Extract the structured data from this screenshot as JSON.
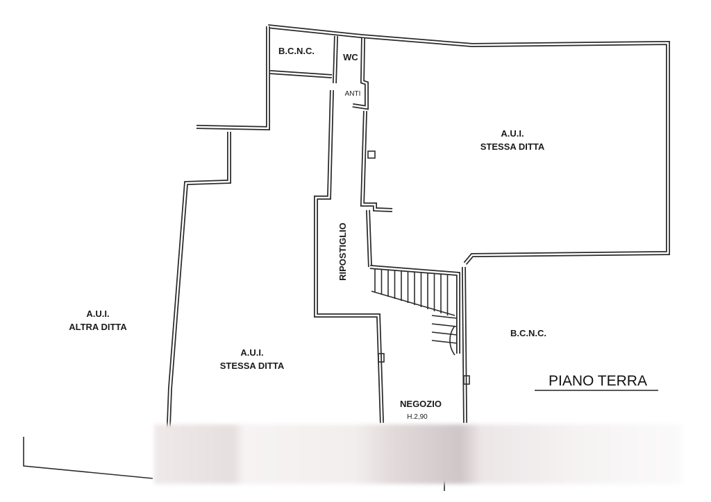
{
  "plan": {
    "title": "PIANO TERRA",
    "rooms": {
      "bcnc_top": "B.C.N.C.",
      "wc": "WC",
      "anti": "ANTI",
      "aui_stessa_top_1": "A.U.I.",
      "aui_stessa_top_2": "STESSA DITTA",
      "ripostiglio": "RIPOSTIGLIO",
      "aui_altra_1": "A.U.I.",
      "aui_altra_2": "ALTRA DITTA",
      "aui_stessa_mid_1": "A.U.I.",
      "aui_stessa_mid_2": "STESSA DITTA",
      "bcnc_right": "B.C.N.C.",
      "negozio": "NEGOZIO",
      "negozio_height": "H.2,90"
    }
  }
}
